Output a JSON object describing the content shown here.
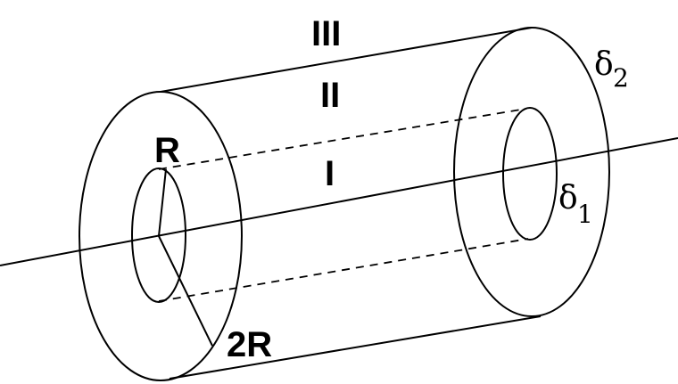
{
  "labels": {
    "inner_radius": "R",
    "outer_radius": "2R",
    "region_inner": "I",
    "region_middle": "II",
    "region_outer": "III",
    "delta_1_symbol": "δ",
    "delta_1_sub": "1",
    "delta_2_symbol": "δ",
    "delta_2_sub": "2"
  }
}
